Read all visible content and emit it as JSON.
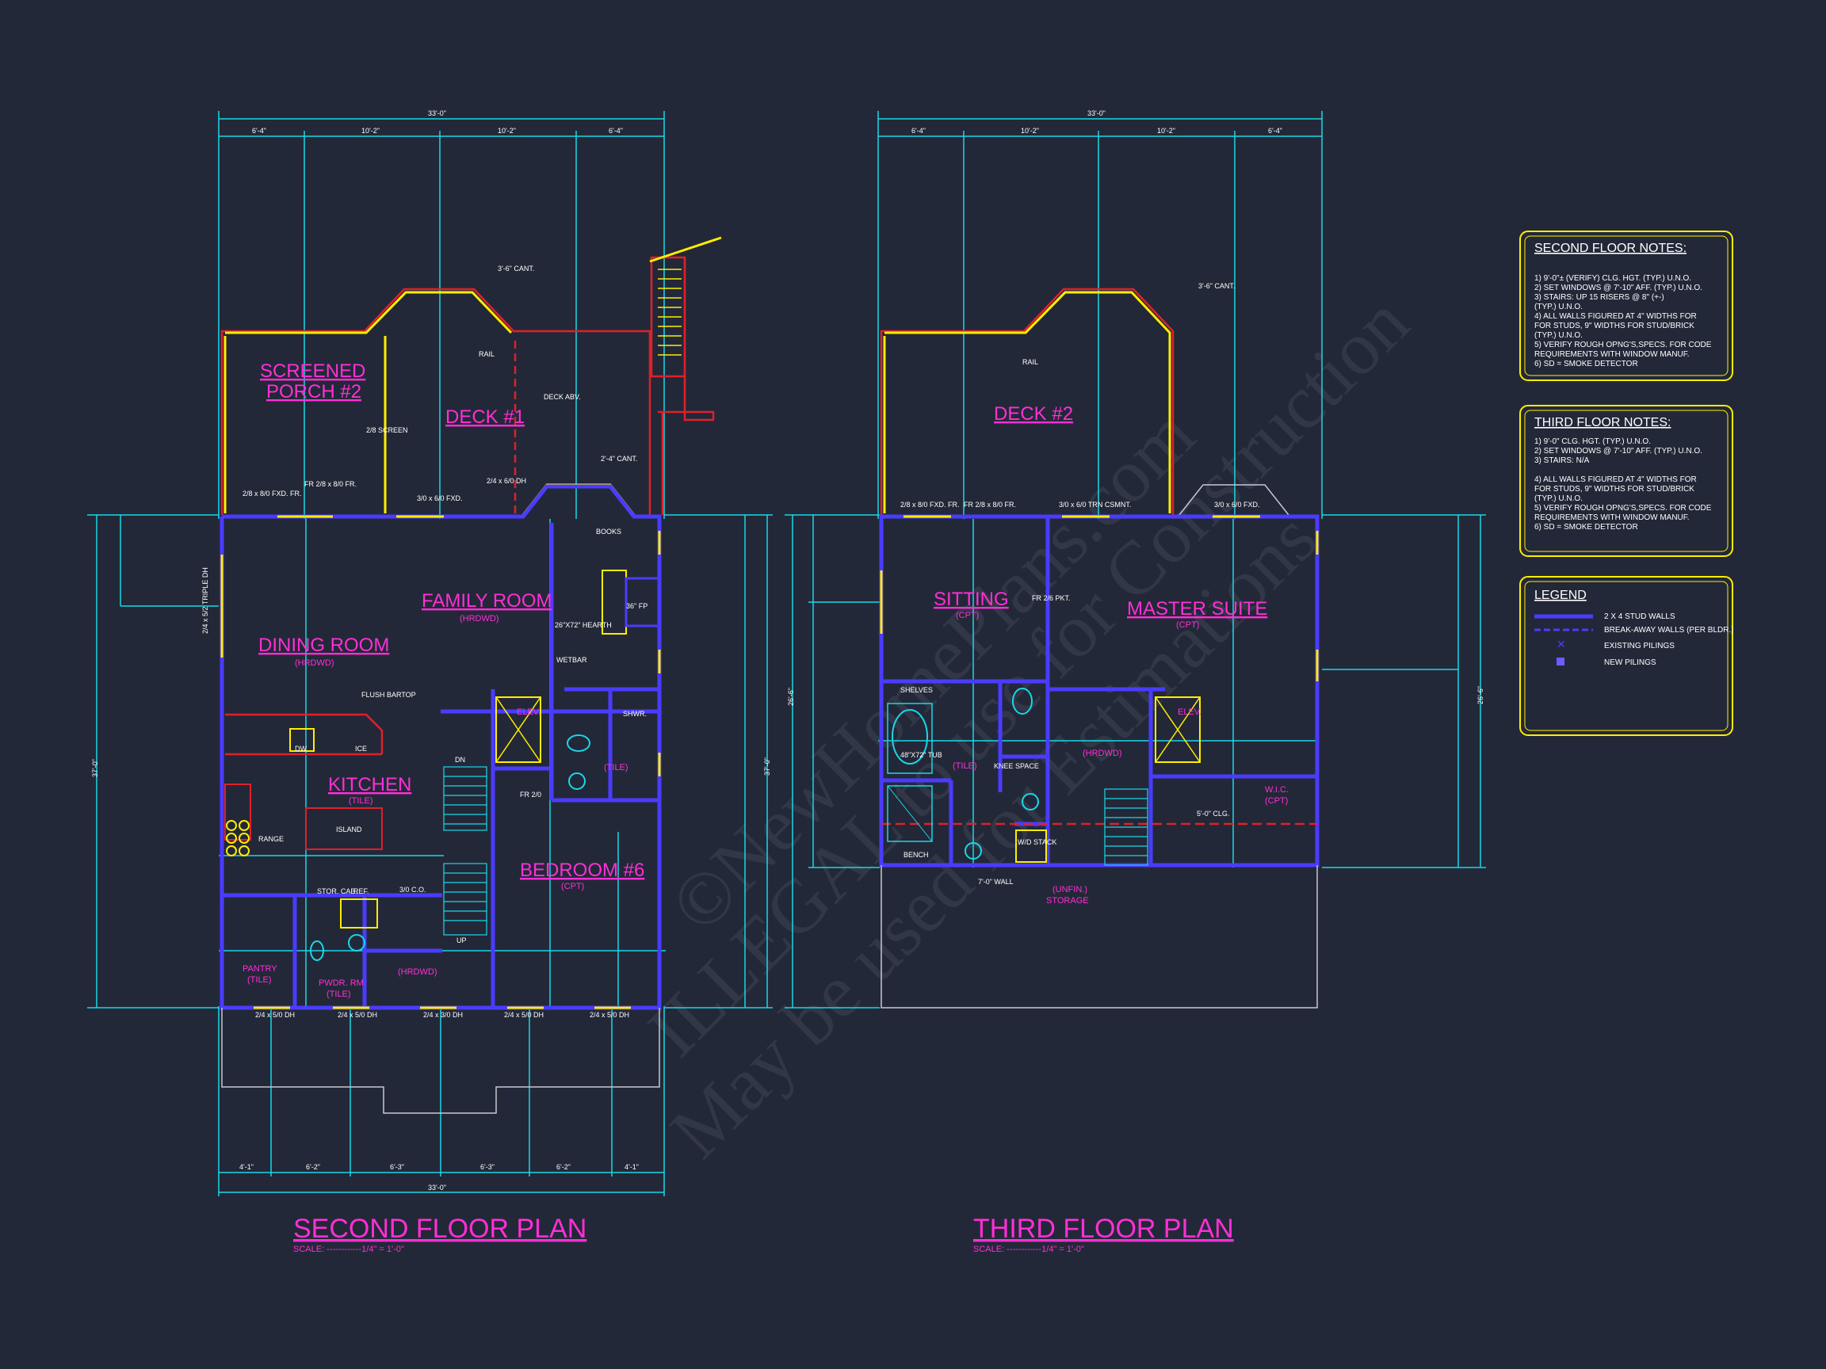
{
  "plans": {
    "second": {
      "title": "SECOND FLOOR PLAN",
      "scale": "SCALE: ------------1/4\" = 1'-0\"",
      "dims_top": [
        "6'-4\"",
        "10'-2\"",
        "10'-2\"",
        "6'-4\""
      ],
      "overall": "33'-0\"",
      "dims_bottom": [
        "4'-1\"",
        "6'-2\"",
        "6'-3\"",
        "6'-3\"",
        "6'-2\"",
        "4'-1\""
      ],
      "side_left": "37'-0\"",
      "side_right": "37'-0\"",
      "rooms": {
        "screened_porch_1": "SCREENED",
        "screened_porch_2": "PORCH #2",
        "deck": "DECK #1",
        "family_room": "FAMILY ROOM",
        "family_room_floor": "(HRDWD)",
        "dining_room": "DINING ROOM",
        "dining_room_floor": "(HRDWD)",
        "kitchen": "KITCHEN",
        "kitchen_floor": "(TILE)",
        "bedroom": "BEDROOM #6",
        "bedroom_floor": "(CPT)",
        "pantry": "PANTRY",
        "pantry_floor": "(TILE)",
        "pwdr": "PWDR. RM",
        "pwdr_floor": "(TILE)",
        "elev": "ELEV.",
        "hall_floor": "(HRDWD)",
        "bath_floor": "(TILE)"
      },
      "labels": {
        "cant": "3'-6\" CANT.",
        "rail": "RAIL",
        "deck_abv": "DECK ABV.",
        "screen": "2/8 SCREEN",
        "cant2": "2'-4\" CANT.",
        "books": "BOOKS",
        "fp": "36\" FP",
        "hearth": "26\"X72\" HEARTH",
        "wetbar": "WETBAR",
        "shwr": "SHWR.",
        "flush": "FLUSH BARTOP",
        "ice": "ICE",
        "dw": "DW",
        "island": "ISLAND",
        "range": "RANGE",
        "ref": "REF.",
        "stor": "STOR. CAB.",
        "co": "3/0 C.O.",
        "dn": "DN",
        "up": "UP",
        "win_triple": "2/4 x 5/2 TRIPLE DH",
        "win_porch": "2/8 x 8/0 FXD. FR.",
        "win_fr": "FR 2/8 x 8/0 FR.",
        "win_fxd": "3/0 x 6/0 FXD.",
        "win_dh": "2/4 x 6/0 DH",
        "win_bot1": "2/4 x 5/0 DH",
        "win_bot2": "2/4 x 5/0 DH",
        "win_bot3": "2/4 x 3/0 DH",
        "win_bot4": "2/4 x 5/0 DH",
        "win_bot5": "2/4 x 5/0 DH",
        "fr24": "FR 2/0"
      }
    },
    "third": {
      "title": "THIRD FLOOR PLAN",
      "scale": "SCALE: ------------1/4\" = 1'-0\"",
      "dims_top": [
        "6'-4\"",
        "10'-2\"",
        "10'-2\"",
        "6'-4\""
      ],
      "overall": "33'-0\"",
      "side_left": "26'-6\"",
      "side_right": "26'-6\"",
      "rooms": {
        "deck": "DECK #2",
        "sitting": "SITTING",
        "sitting_floor": "(CPT)",
        "master": "MASTER SUITE",
        "master_floor": "(CPT)",
        "elev": "ELEV.",
        "hall_floor": "(HRDWD)",
        "wic": "W.I.C.",
        "wic_floor": "(CPT)",
        "bath_floor": "(TILE)",
        "storage": "(UNFIN.)",
        "storage2": "STORAGE"
      },
      "labels": {
        "cant": "3'-6\" CANT.",
        "rail": "RAIL",
        "shelves": "SHELVES",
        "tub": "48\"X72\" TUB",
        "bench": "BENCH",
        "knee": "KNEE SPACE",
        "wd": "W/D STACK",
        "wall7": "7'-0\" WALL",
        "fr_pkt": "FR 2/6 PKT.",
        "clg": "5'-0\" CLG.",
        "win_fr": "2/8 x 8/0 FXD. FR.",
        "win_fr2": "FR 2/8 x 8/0 FR.",
        "win_trn": "3/0 x 6/0 TRN CSMNT.",
        "win_fxd": "3/0 x 6/0 FXD."
      }
    }
  },
  "notes": {
    "second": {
      "title": "SECOND FLOOR NOTES:",
      "lines": [
        "1) 9'-0\"± (VERIFY) CLG. HGT. (TYP.) U.N.O.",
        "2) SET WINDOWS @ 7'-10\" AFF. (TYP.) U.N.O.",
        "3) STAIRS: UP 15 RISERS @ 8\" (+-)",
        "    (TYP.) U.N.O.",
        "4) ALL WALLS FIGURED AT 4\" WIDTHS FOR",
        "    FOR STUDS, 9\" WIDTHS FOR STUD/BRICK",
        "    (TYP.) U.N.O.",
        "5) VERIFY ROUGH OPNG'S,SPECS. FOR CODE",
        "    REQUIREMENTS WITH WINDOW MANUF.",
        "6) SD = SMOKE DETECTOR"
      ]
    },
    "third": {
      "title": "THIRD FLOOR NOTES:",
      "lines": [
        "1) 9'-0\" CLG. HGT. (TYP.) U.N.O.",
        "2) SET WINDOWS @ 7'-10\" AFF. (TYP.) U.N.O.",
        "3) STAIRS: N/A",
        "",
        "4) ALL WALLS FIGURED AT 4\" WIDTHS FOR",
        "    FOR STUDS, 9\" WIDTHS FOR STUD/BRICK",
        "    (TYP.) U.N.O.",
        "5) VERIFY ROUGH OPNG'S,SPECS. FOR CODE",
        "    REQUIREMENTS WITH WINDOW MANUF.",
        "6) SD = SMOKE DETECTOR"
      ]
    },
    "legend": {
      "title": "LEGEND",
      "items": [
        "2 X 4 STUD WALLS",
        "BREAK-AWAY WALLS (PER BLDR.)",
        "EXISTING PILINGS",
        "NEW PILINGS"
      ]
    }
  },
  "watermark": [
    "©NewHomePlans.com",
    "ILLEGAL to use for Construction",
    "May be used for Estimations"
  ],
  "colors": {
    "background": "#232838",
    "wall": "#4a3cff",
    "dimension": "#18d8e8",
    "text_room": "#ff2fd6",
    "window": "#ffee00",
    "deck": "#e0202a",
    "notes_border": "#ffee00"
  }
}
